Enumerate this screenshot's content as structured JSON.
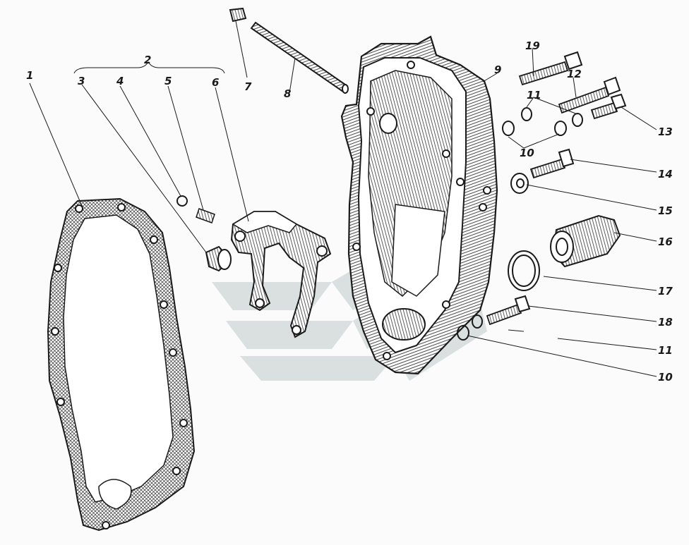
{
  "callouts": [
    {
      "id": "c1",
      "text": "1"
    },
    {
      "id": "c2",
      "text": "2"
    },
    {
      "id": "c3",
      "text": "3"
    },
    {
      "id": "c4",
      "text": "4"
    },
    {
      "id": "c5",
      "text": "5"
    },
    {
      "id": "c6",
      "text": "6"
    },
    {
      "id": "c7",
      "text": "7"
    },
    {
      "id": "c8",
      "text": "8"
    },
    {
      "id": "c9",
      "text": "9"
    },
    {
      "id": "c19",
      "text": "19"
    },
    {
      "id": "c12",
      "text": "12"
    },
    {
      "id": "c11a",
      "text": "11"
    },
    {
      "id": "c13",
      "text": "13"
    },
    {
      "id": "c10a",
      "text": "10"
    },
    {
      "id": "c14",
      "text": "14"
    },
    {
      "id": "c15",
      "text": "15"
    },
    {
      "id": "c16",
      "text": "16"
    },
    {
      "id": "c17",
      "text": "17"
    },
    {
      "id": "c18",
      "text": "18"
    },
    {
      "id": "c11b",
      "text": "11"
    },
    {
      "id": "c10b",
      "text": "10"
    }
  ],
  "colors": {
    "ink": "#1a1a1a",
    "watermark": "#cfd6d6",
    "background": "#fbfbfb"
  }
}
